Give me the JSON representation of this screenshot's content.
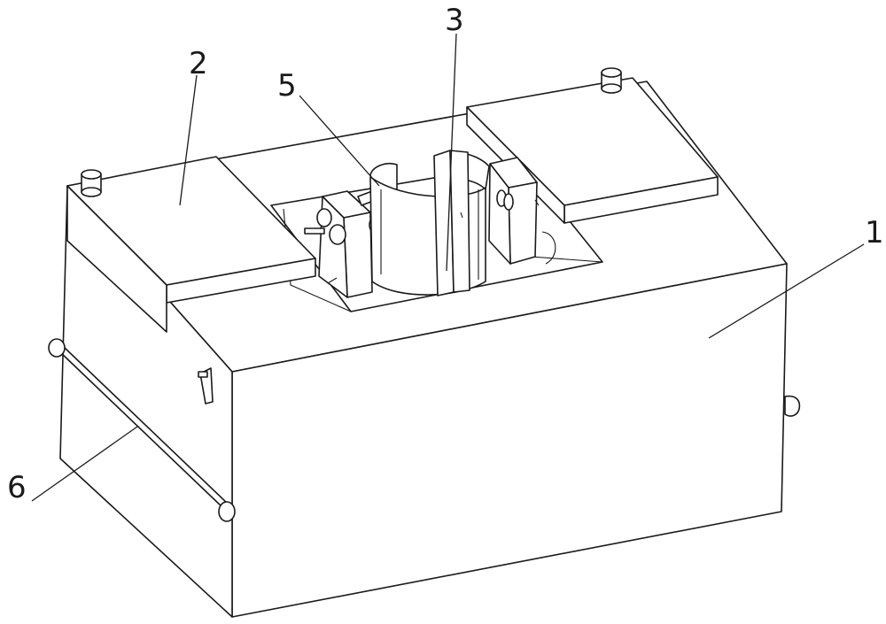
{
  "labels": {
    "part1": "1",
    "part2": "2",
    "part3": "3",
    "part5": "5",
    "part6": "6"
  },
  "colors": {
    "line": "#1a1a1a",
    "background": "#ffffff"
  }
}
